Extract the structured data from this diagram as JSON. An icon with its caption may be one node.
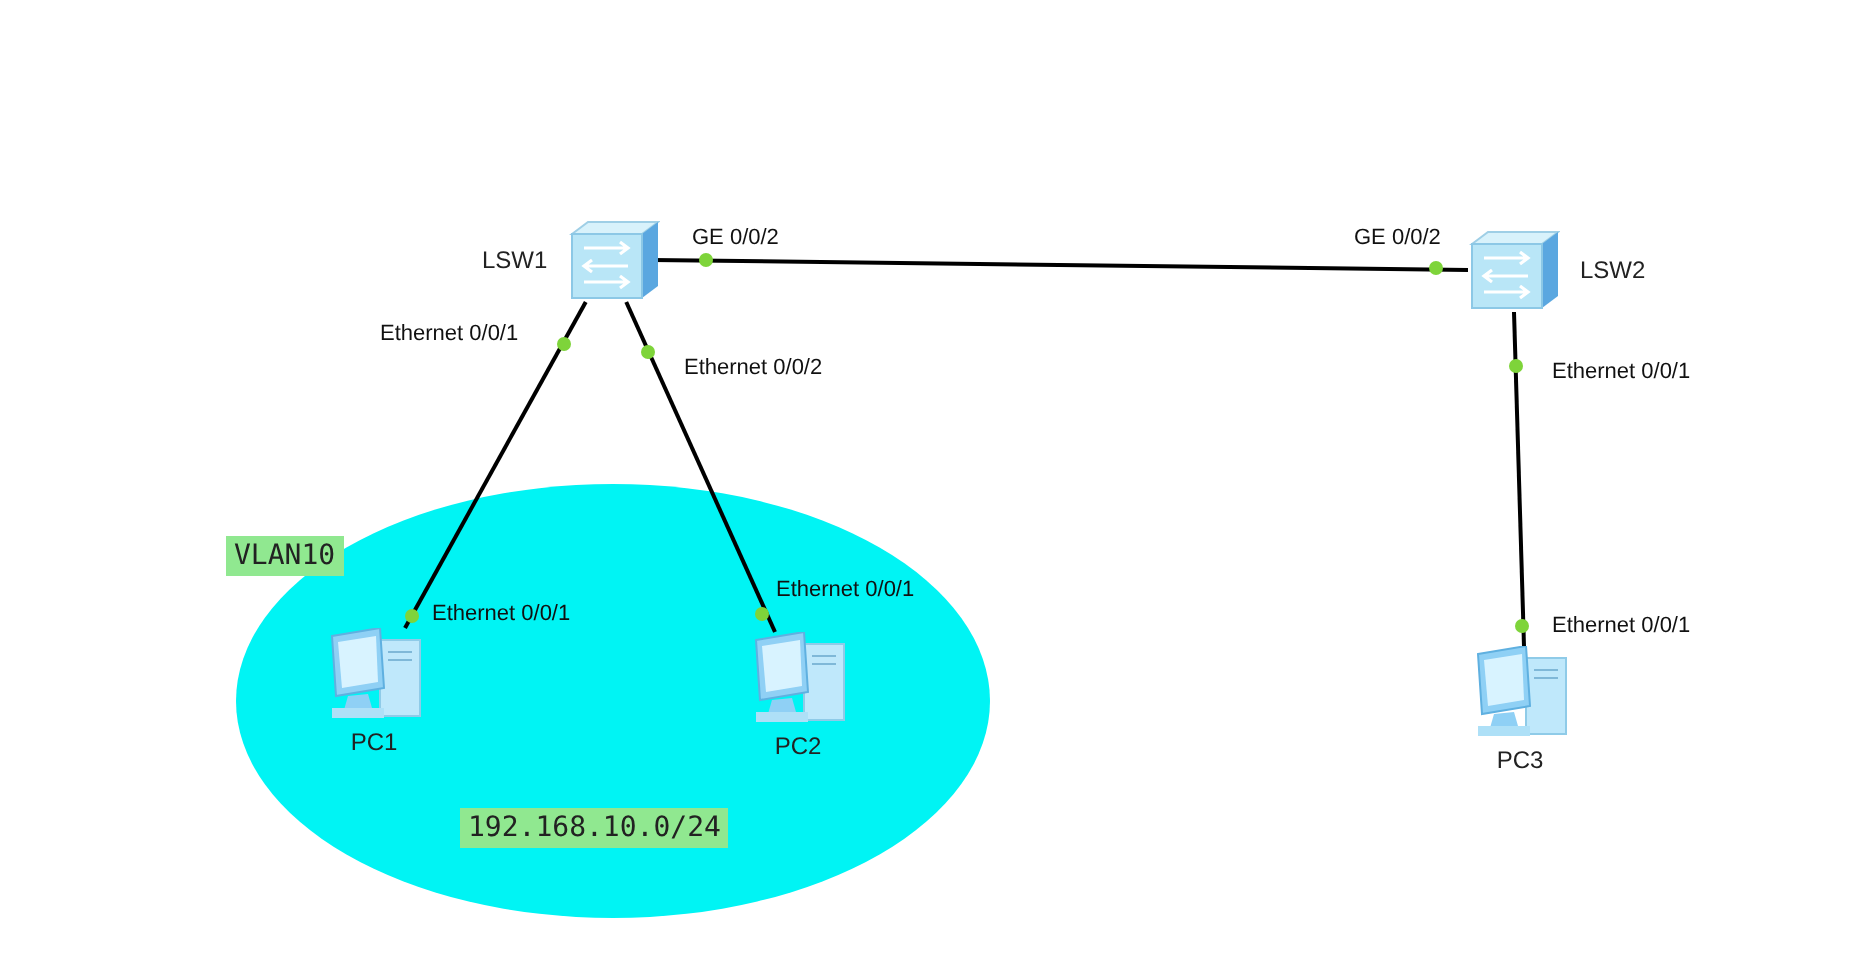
{
  "diagram": {
    "nodes": [
      {
        "text": [
          "VLAN10",
          "192.168.10.0/24"
        ]
      },
      {
        "text": [
          "LSW1"
        ]
      },
      {
        "text": [
          "LSW2"
        ]
      },
      {
        "text": [
          "PC1"
        ],
        "in": 0
      },
      {
        "text": [
          "PC2"
        ],
        "in": 0
      },
      {
        "text": [
          "PC3"
        ]
      }
    ],
    "edges": [
      {
        "from": 1,
        "to": 3,
        "arrow": "none"
      },
      {
        "from": 1,
        "to": 4,
        "arrow": "none"
      },
      {
        "from": 1,
        "to": 2,
        "arrow": "none"
      },
      {
        "from": 2,
        "to": 5,
        "arrow": "none"
      }
    ],
    "labels": [
      "GE 0/0/2",
      "GE 0/0/2",
      "Ethernet 0/0/1",
      "Ethernet 0/0/2",
      "Ethernet 0/0/1",
      "Ethernet 0/0/1",
      "Ethernet 0/0/1",
      "Ethernet 0/0/1"
    ]
  }
}
